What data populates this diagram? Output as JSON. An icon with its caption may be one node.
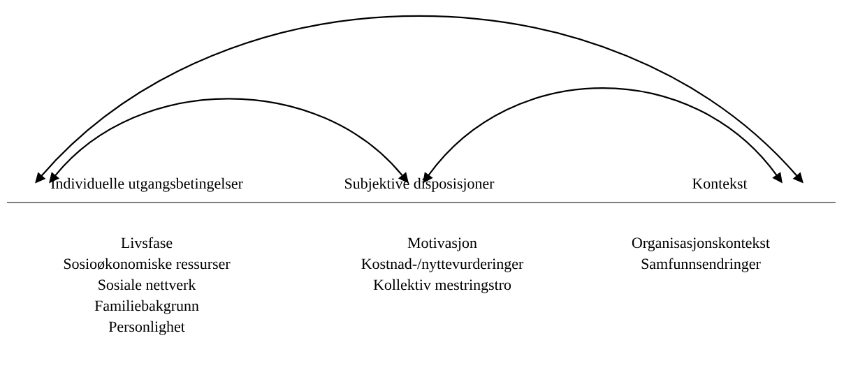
{
  "diagram": {
    "nodes": [
      {
        "text": [
          "Individuelle utgangsbetingelser"
        ]
      },
      {
        "text": [
          "Subjektive disposisjoner"
        ]
      },
      {
        "text": [
          "Kontekst"
        ]
      }
    ],
    "edges": [
      {
        "from": 0,
        "to": 1,
        "arrow": "both"
      },
      {
        "from": 1,
        "to": 2,
        "arrow": "both"
      },
      {
        "from": 0,
        "to": 2,
        "arrow": "both"
      }
    ],
    "labels": [
      "Livsfase",
      "Sosioøkonomiske ressurser",
      "Sosiale nettverk",
      "Familiebakgrunn",
      "Personlighet",
      "Motivasjon",
      "Kostnad-/nyttevurderinger",
      "Kollektiv mestringstro",
      "Organisasjonskontekst",
      "Samfunnsendringer"
    ]
  }
}
